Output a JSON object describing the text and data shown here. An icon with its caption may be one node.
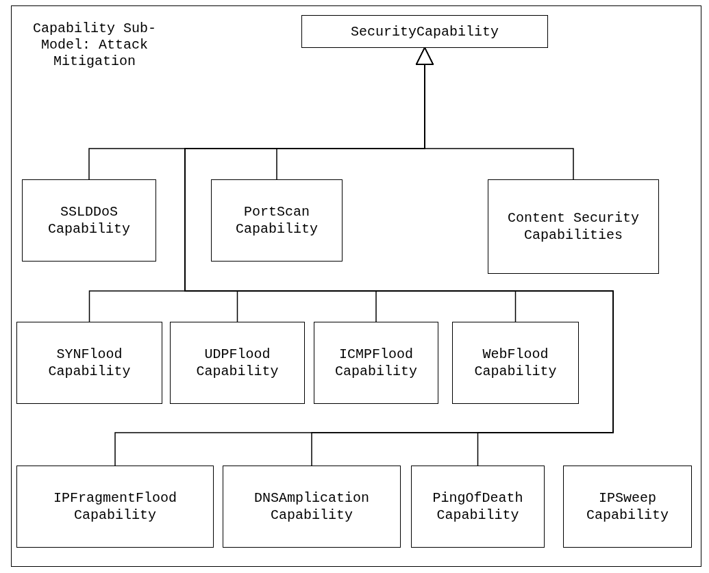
{
  "diagram": {
    "title": "Capability Sub-Model: Attack Mitigation",
    "nodes": [
      {
        "text": [
          "SecurityCapability"
        ]
      },
      {
        "text": [
          "SSLDDoS Capability"
        ]
      },
      {
        "text": [
          "PortScan Capability"
        ]
      },
      {
        "text": [
          "Content Security Capabilities"
        ]
      },
      {
        "text": [
          "SYNFlood Capability"
        ]
      },
      {
        "text": [
          "UDPFlood Capability"
        ]
      },
      {
        "text": [
          "ICMPFlood Capability"
        ]
      },
      {
        "text": [
          "WebFlood Capability"
        ]
      },
      {
        "text": [
          "IPFragmentFlood Capability"
        ]
      },
      {
        "text": [
          "DNSAmplication Capability"
        ]
      },
      {
        "text": [
          "PingOfDeath Capability"
        ]
      },
      {
        "text": [
          "IPSweep Capability"
        ]
      }
    ],
    "edges": [
      {
        "from": 1,
        "to": 0,
        "arrow": "to"
      },
      {
        "from": 2,
        "to": 0,
        "arrow": "to"
      },
      {
        "from": 3,
        "to": 0,
        "arrow": "to"
      },
      {
        "from": 4,
        "to": 0,
        "arrow": "to"
      },
      {
        "from": 5,
        "to": 0,
        "arrow": "to"
      },
      {
        "from": 6,
        "to": 0,
        "arrow": "to"
      },
      {
        "from": 7,
        "to": 0,
        "arrow": "to"
      },
      {
        "from": 8,
        "to": 0,
        "arrow": "to"
      },
      {
        "from": 9,
        "to": 0,
        "arrow": "to"
      },
      {
        "from": 10,
        "to": 0,
        "arrow": "to"
      }
    ]
  }
}
